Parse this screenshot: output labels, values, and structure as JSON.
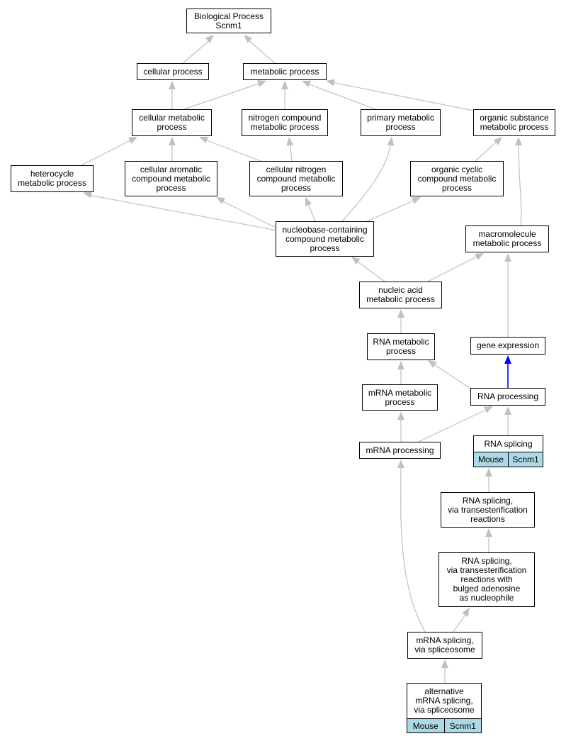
{
  "nodes": {
    "bp_scnm1": "Biological Process\nScnm1",
    "cellular_process": "cellular process",
    "metabolic_process": "metabolic process",
    "cellular_metabolic": "cellular metabolic\nprocess",
    "nitrogen_compound": "nitrogen compound\nmetabolic process",
    "primary_metabolic": "primary metabolic\nprocess",
    "organic_substance": "organic substance\nmetabolic process",
    "heterocycle": "heterocycle\nmetabolic process",
    "cellular_aromatic": "cellular aromatic\ncompound metabolic\nprocess",
    "cellular_nitrogen": "cellular nitrogen\ncompound metabolic\nprocess",
    "organic_cyclic": "organic cyclic\ncompound metabolic\nprocess",
    "nucleobase": "nucleobase-containing\ncompound metabolic\nprocess",
    "macromolecule": "macromolecule\nmetabolic process",
    "nucleic_acid": "nucleic acid\nmetabolic process",
    "rna_metabolic": "RNA metabolic\nprocess",
    "gene_expression": "gene expression",
    "mrna_metabolic": "mRNA metabolic\nprocess",
    "rna_processing": "RNA processing",
    "mrna_processing": "mRNA processing",
    "rna_splicing": "RNA splicing",
    "rna_splicing_trans": "RNA splicing,\nvia transesterification\nreactions",
    "rna_splicing_bulged": "RNA splicing,\nvia transesterification\nreactions with\nbulged adenosine\nas nucleophile",
    "mrna_splicing": "mRNA splicing,\nvia spliceosome",
    "alt_mrna_splicing": "alternative\nmRNA splicing,\nvia spliceosome"
  },
  "annotations": {
    "rna_splicing": {
      "species": "Mouse",
      "gene": "Scnm1"
    },
    "alt_mrna_splicing": {
      "species": "Mouse",
      "gene": "Scnm1"
    }
  },
  "colors": {
    "edge": "#c0c0c0",
    "highlight_edge": "#0000ff",
    "annotation_fill": "#add8e6"
  }
}
